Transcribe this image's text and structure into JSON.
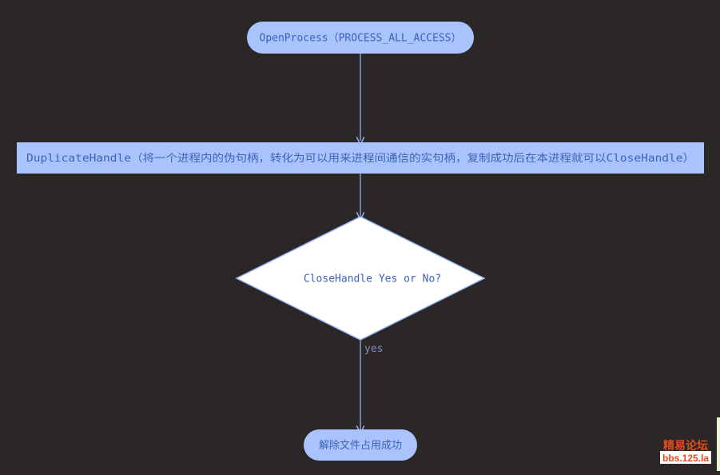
{
  "diagram": {
    "nodes": {
      "open_process": "OpenProcess（PROCESS_ALL_ACCESS）",
      "duplicate_handle": "DuplicateHandle（将一个进程内的伪句柄，转化为可以用来进程间通信的实句柄，复制成功后在本进程就可以CloseHandle）",
      "decision": "CloseHandle Yes or No?",
      "result": "解除文件占用成功"
    },
    "edges": {
      "decision_to_result_label": "yes"
    }
  },
  "watermark": {
    "line1": "精易论坛",
    "line2": "bbs.125.la"
  },
  "colors": {
    "background": "#2b2726",
    "node_fill": "#a9c4fd",
    "decision_fill": "#ffffff",
    "stroke": "#9ab7f5",
    "text": "#3d63b8",
    "watermark": "#e64a1e"
  }
}
